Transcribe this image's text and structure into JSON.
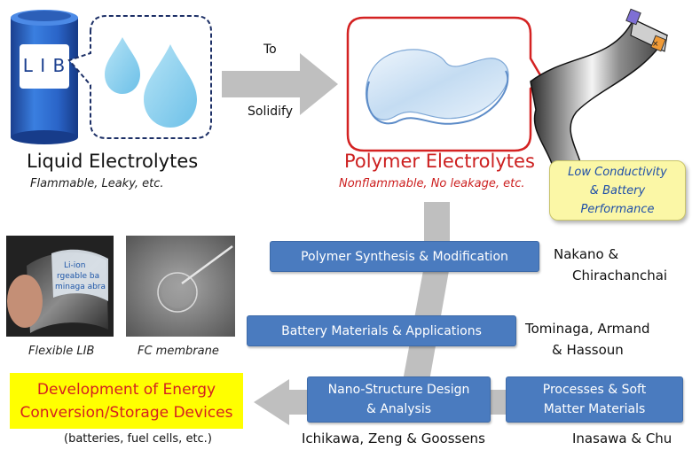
{
  "liquid": {
    "battery_text": "L I B",
    "title": "Liquid Electrolytes",
    "subtitle": "Flammable, Leaky, etc."
  },
  "main_arrow": {
    "label_top": "To",
    "label_bottom": "Solidify"
  },
  "polymer": {
    "title": "Polymer Electrolytes",
    "subtitle": "Nonflammable, No leakage, etc."
  },
  "note": {
    "line1": "Low Conductivity",
    "line2": "& Battery",
    "line3": "Performance"
  },
  "boxes": {
    "synthesis": "Polymer Synthesis & Modification",
    "battery": "Battery Materials & Applications",
    "nano_line1": "Nano-Structure Design",
    "nano_line2": "& Analysis",
    "process_line1": "Processes & Soft",
    "process_line2": "Matter Materials"
  },
  "people": {
    "synthesis_line1": "Nakano &",
    "synthesis_line2": "Chirachanchai",
    "battery_line1": "Tominaga, Armand",
    "battery_line2": "& Hassoun",
    "nano": "Ichikawa, Zeng & Goossens",
    "process": "Inasawa & Chu"
  },
  "photos": {
    "lib_label_line1": "Li-ion",
    "lib_label_line2": "rgeable ba",
    "lib_label_line3": "minaga abra",
    "lib_caption": "Flexible LIB",
    "fc_caption": "FC membrane"
  },
  "development": {
    "line1": "Development of Energy",
    "line2": "Conversion/Storage Devices",
    "examples": "(batteries, fuel cells, etc.)"
  },
  "colors": {
    "box_blue": "#4a7bbf",
    "red_text": "#cc1f1f",
    "arrow_gray": "#bfbfbf",
    "highlight_yellow": "#ffff00",
    "note_yellow": "#fbf7a6",
    "drop_blue": "#8ed0ec"
  }
}
